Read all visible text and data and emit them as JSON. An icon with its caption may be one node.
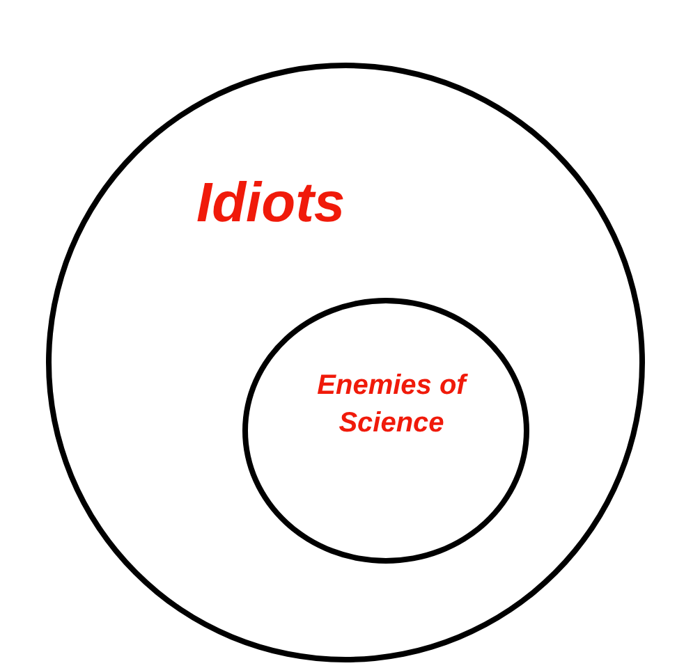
{
  "diagram": {
    "nodes": [
      {
        "text": [
          "Idiots"
        ]
      },
      {
        "text": [
          "Enemies of Science"
        ],
        "in": 0
      }
    ],
    "edges": []
  }
}
